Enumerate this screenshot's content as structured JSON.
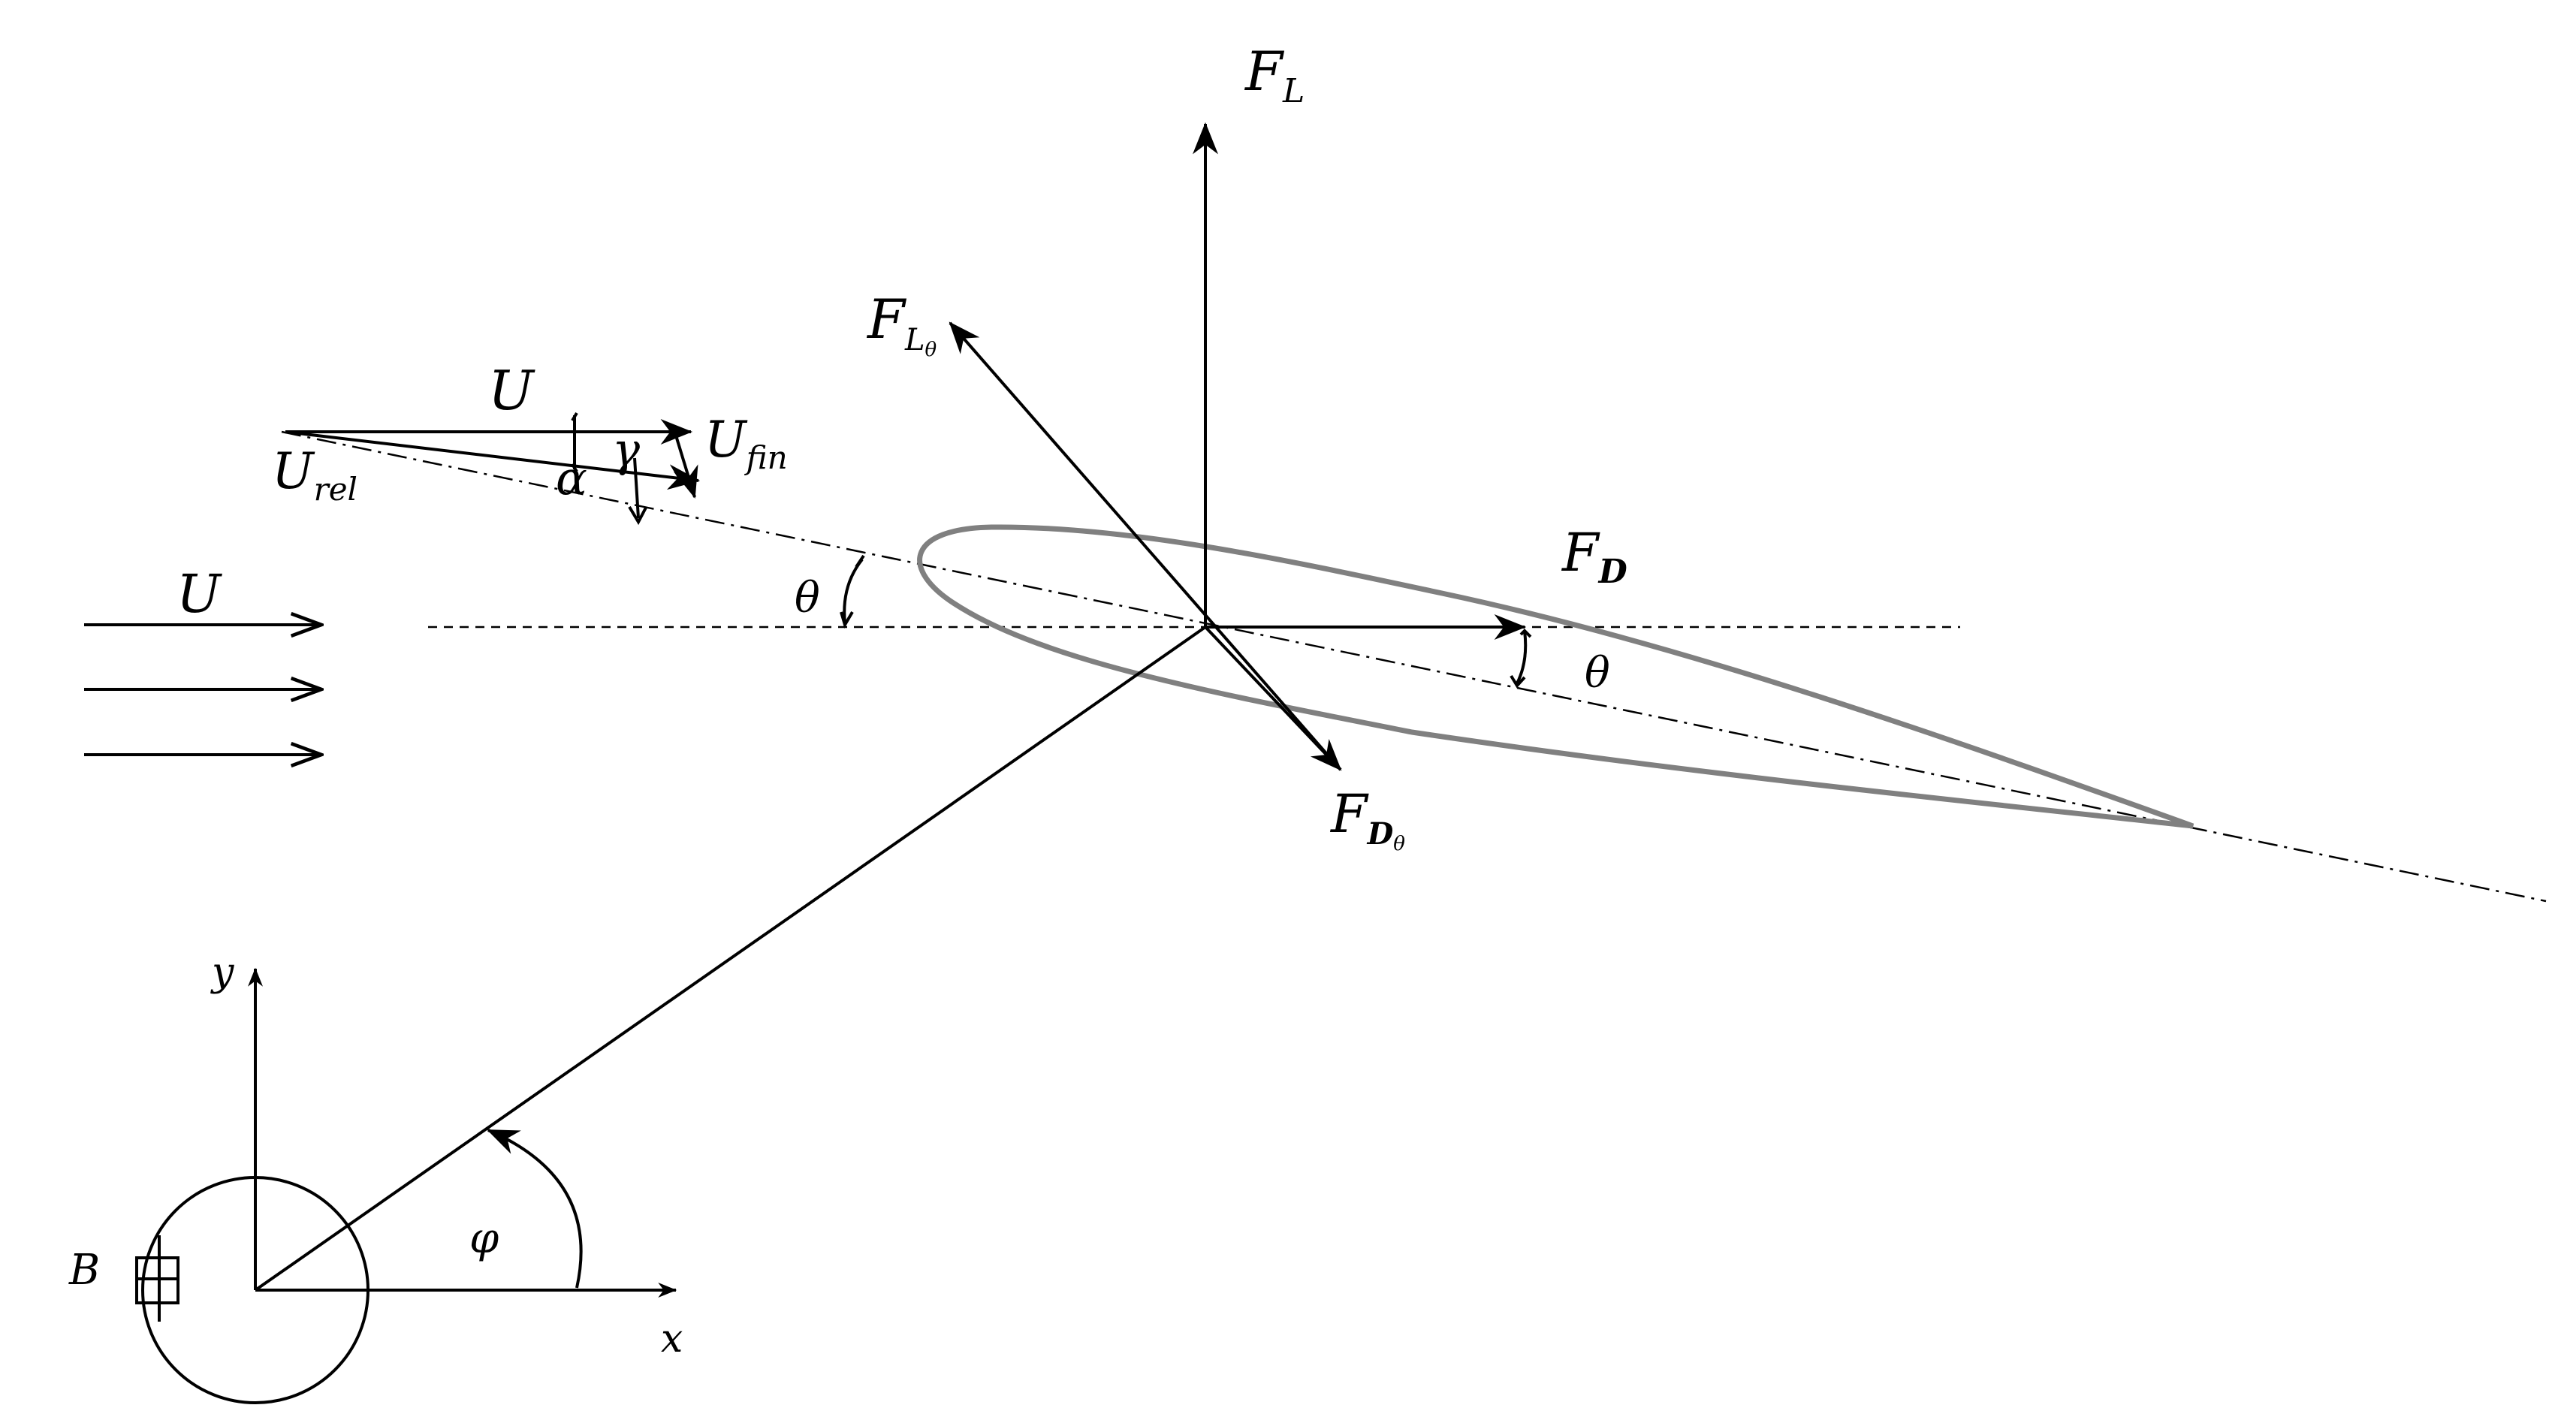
{
  "labels": {
    "lift": "F",
    "lift_sub": "L",
    "lift_theta": "F",
    "lift_theta_sub": "L",
    "lift_theta_subsub": "θ",
    "drag": "F",
    "drag_sub": "D",
    "drag_theta": "F",
    "drag_theta_sub": "D",
    "drag_theta_subsub": "θ",
    "freestream_top": "U",
    "freestream": "U",
    "u_rel": "U",
    "u_rel_sub": "rel",
    "u_fin": "U",
    "u_fin_sub": "fin",
    "alpha": "α",
    "gamma": "γ",
    "theta_left": "θ",
    "theta_right": "θ",
    "phi": "φ",
    "axis_x": "x",
    "axis_y": "y",
    "point_b": "B"
  },
  "colors": {
    "ink": "#000000",
    "airfoil": "#808080",
    "background": "#ffffff"
  }
}
